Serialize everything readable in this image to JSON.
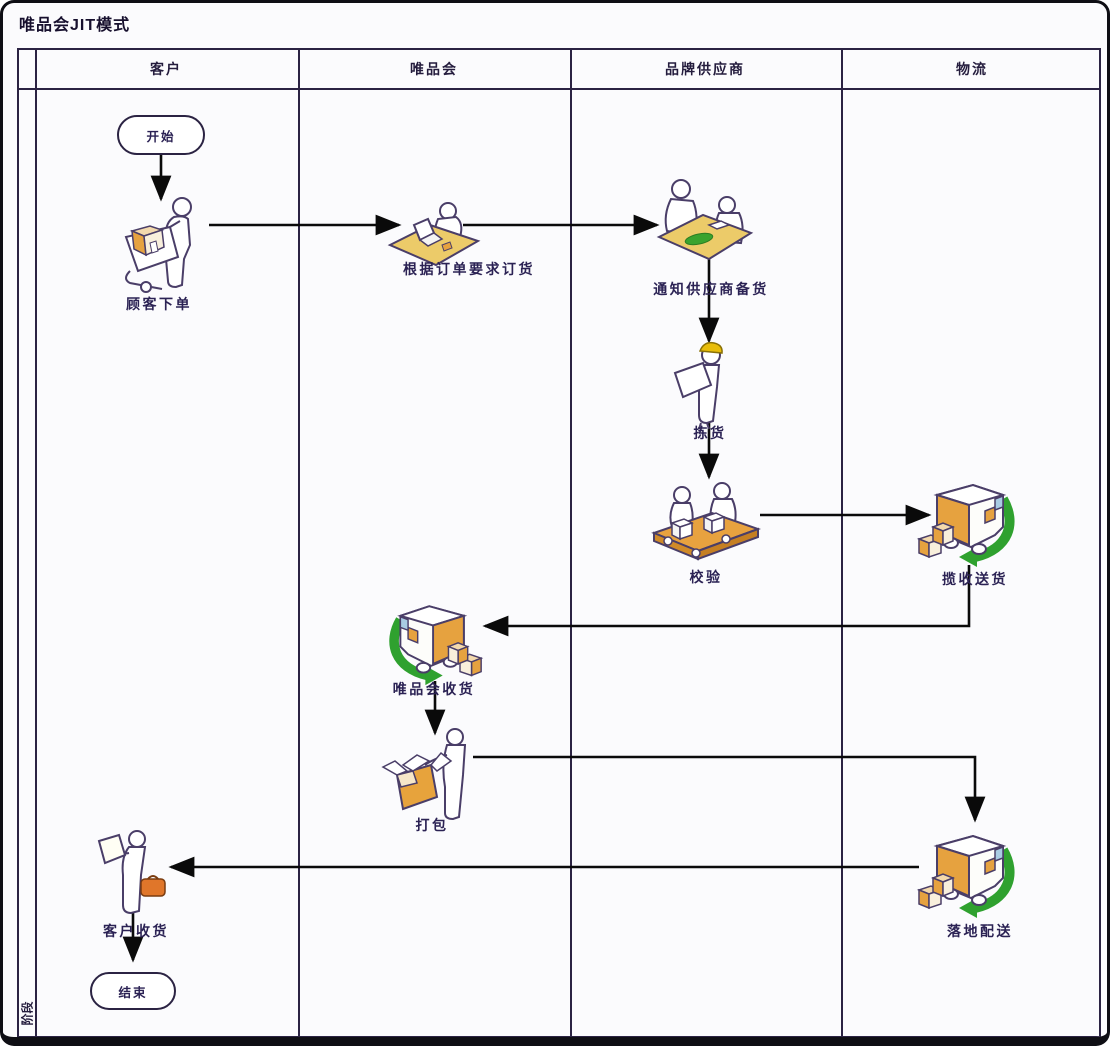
{
  "page": {
    "title": "唯品会JIT模式",
    "phase_label": "阶段"
  },
  "lanes": [
    {
      "label": "客户"
    },
    {
      "label": "唯品会"
    },
    {
      "label": "品牌供应商"
    },
    {
      "label": "物流"
    }
  ],
  "nodes": {
    "start": {
      "label": "开始"
    },
    "customer_order": {
      "label": "顾客下单"
    },
    "order_request": {
      "label": "根据订单要求订货"
    },
    "notify_supplier": {
      "label": "通知供应商备货"
    },
    "picking": {
      "label": "拣货"
    },
    "verification": {
      "label": "校验"
    },
    "pickup_delivery": {
      "label": "揽收送货"
    },
    "vip_receive": {
      "label": "唯品会收货"
    },
    "packing": {
      "label": "打包"
    },
    "last_mile_delivery": {
      "label": "落地配送"
    },
    "customer_receive": {
      "label": "客户收货"
    },
    "end": {
      "label": "结束"
    }
  },
  "colors": {
    "box_orange": "#E6A23F",
    "desk_tan": "#ECCB69",
    "arrow_green": "#2FA12F",
    "helmet_yellow": "#E8BD0A",
    "connector_black": "#0A0A0A",
    "frame_navy": "#2B2343"
  }
}
